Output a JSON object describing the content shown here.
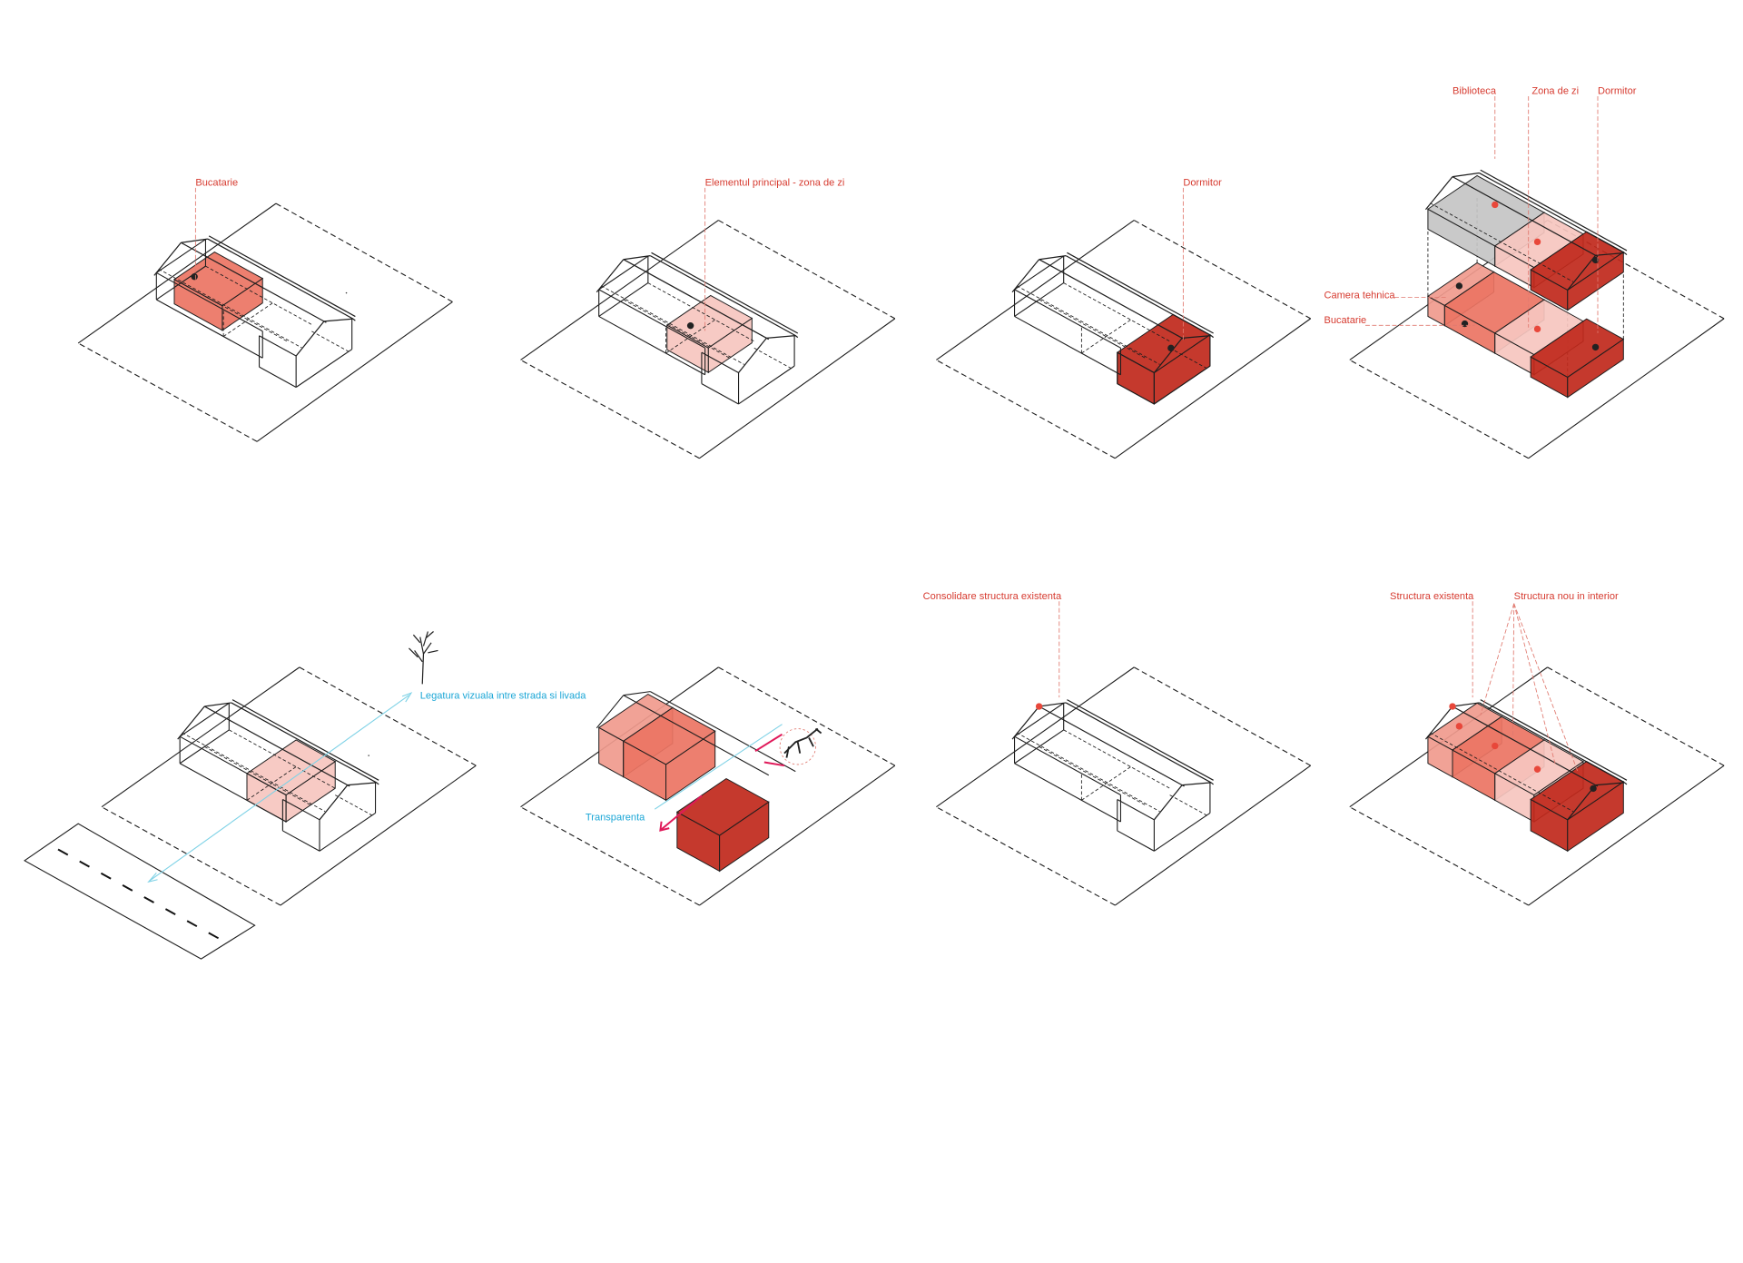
{
  "colors": {
    "label_red": "#d63a2f",
    "label_cyan": "#1aa6d6",
    "salmon": "#ec7463",
    "salmon_light": "#f09a8d",
    "pink": "#f6c5bf",
    "dark_red": "#c0281b",
    "grey": "#c4c4c4",
    "magenta": "#e0195a",
    "line": "#1e1e1e"
  },
  "panels": [
    {
      "id": "bucatarie",
      "labels": [
        "Bucatarie"
      ]
    },
    {
      "id": "zona-de-zi",
      "labels": [
        "Elementul principal - zona de zi"
      ]
    },
    {
      "id": "dormitor",
      "labels": [
        "Dormitor"
      ]
    },
    {
      "id": "explodat",
      "labels": [
        "Biblioteca",
        "Zona de zi",
        "Dormitor",
        "Camera tehnica",
        "Bucatarie"
      ]
    },
    {
      "id": "legatura",
      "labels": [
        "Legatura vizuala intre strada si livada"
      ]
    },
    {
      "id": "transparenta",
      "labels": [
        "Transparenta"
      ]
    },
    {
      "id": "consolidare",
      "labels": [
        "Consolidare structura existenta"
      ]
    },
    {
      "id": "structura",
      "labels": [
        "Structura existenta",
        "Structura nou in interior"
      ]
    }
  ]
}
